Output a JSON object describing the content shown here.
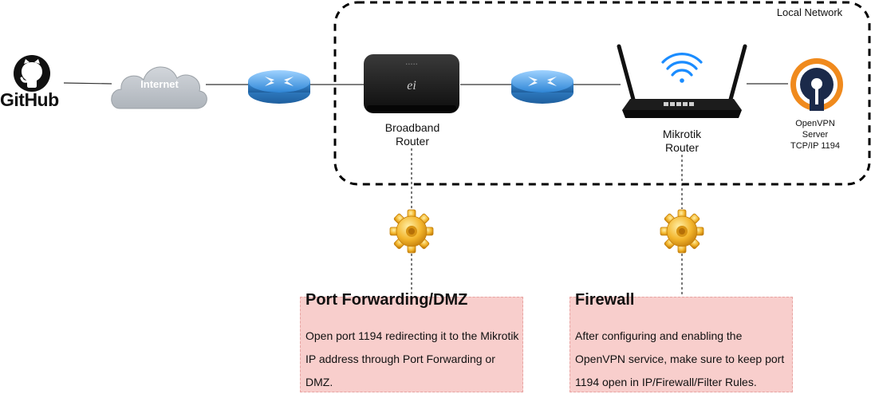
{
  "diagram": {
    "local_network_label": "Local Network",
    "nodes": {
      "github": {
        "label": "GitHub",
        "icon": "github-octocat-icon"
      },
      "internet": {
        "label": "Internet",
        "icon": "cloud-icon"
      },
      "router_left": {
        "icon": "router-icon"
      },
      "broadband_router": {
        "label_line1": "Broadband",
        "label_line2": "Router",
        "icon": "broadband-router-icon"
      },
      "router_mid": {
        "icon": "router-icon"
      },
      "mikrotik_router": {
        "label_line1": "Mikrotik",
        "label_line2": "Router",
        "icon": "mikrotik-router-icon"
      },
      "openvpn_server": {
        "label_line1": "OpenVPN",
        "label_line2": "Server",
        "label_line3": "TCP/IP 1194",
        "icon": "openvpn-icon"
      }
    },
    "notes": {
      "port_forwarding": {
        "title": "Port Forwarding/DMZ",
        "body": "Open port 1194 redirecting it to the Mikrotik IP address through Port Forwarding or DMZ."
      },
      "firewall": {
        "title": "Firewall",
        "body": "After configuring and enabling the OpenVPN service, make sure to keep port 1194 open in IP/Firewall/Filter Rules."
      }
    },
    "colors": {
      "note_fill": "#f8cecc",
      "note_border": "#e8a4a2",
      "router_blue": "#4aa3e8",
      "cloud_gray": "#bcc1c7",
      "gear_gold": "#f0b429",
      "openvpn_orange": "#f08a1d",
      "openvpn_navy": "#1b2a4a",
      "wifi_blue": "#1a8cff"
    }
  }
}
